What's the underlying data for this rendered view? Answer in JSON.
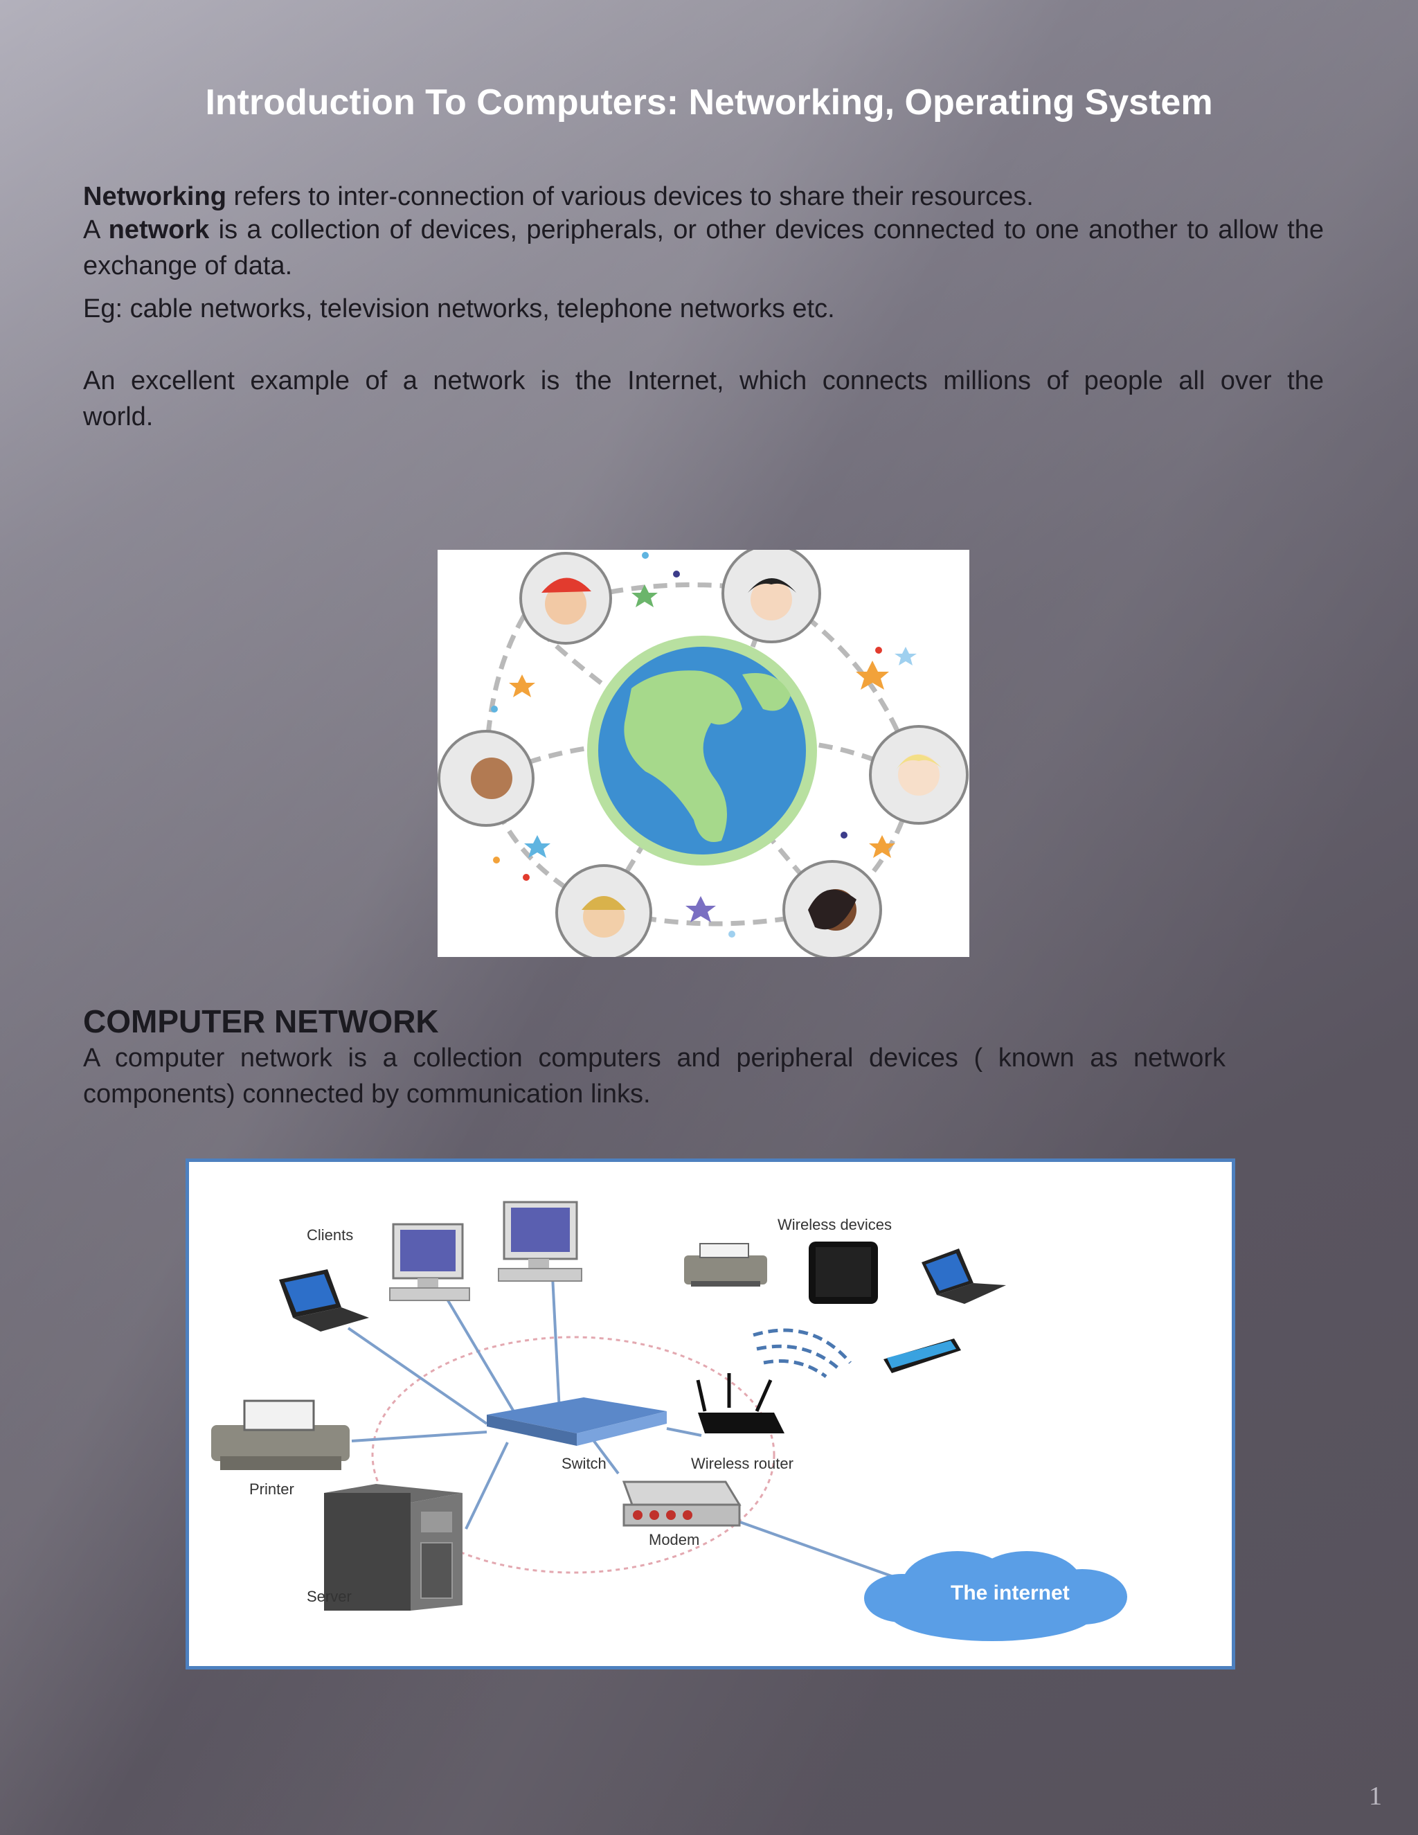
{
  "title": "Introduction To Computers: Networking, Operating System",
  "networking": {
    "line1_bold": "Networking",
    "line1_rest": " refers to inter-connection of various devices to share their resources.",
    "line2_pre": "A ",
    "line2_bold": "network",
    "line2_rest": " is a collection of devices, peripherals, or other devices connected to one another to allow the exchange of data.",
    "examples": "Eg: cable networks, television networks, telephone networks etc.",
    "internet": "An excellent example of a network is the Internet, which connects millions of people all over the world."
  },
  "computer_network": {
    "heading": "COMPUTER NETWORK",
    "text": "A computer network is a collection computers and peripheral devices ( known as network components) connected by communication links."
  },
  "diagram": {
    "clients": "Clients",
    "wireless_devices": "Wireless devices",
    "switch": "Switch",
    "wireless_router": "Wireless router",
    "printer": "Printer",
    "modem": "Modem",
    "server": "Server",
    "internet": "The internet"
  },
  "page_number": "1"
}
